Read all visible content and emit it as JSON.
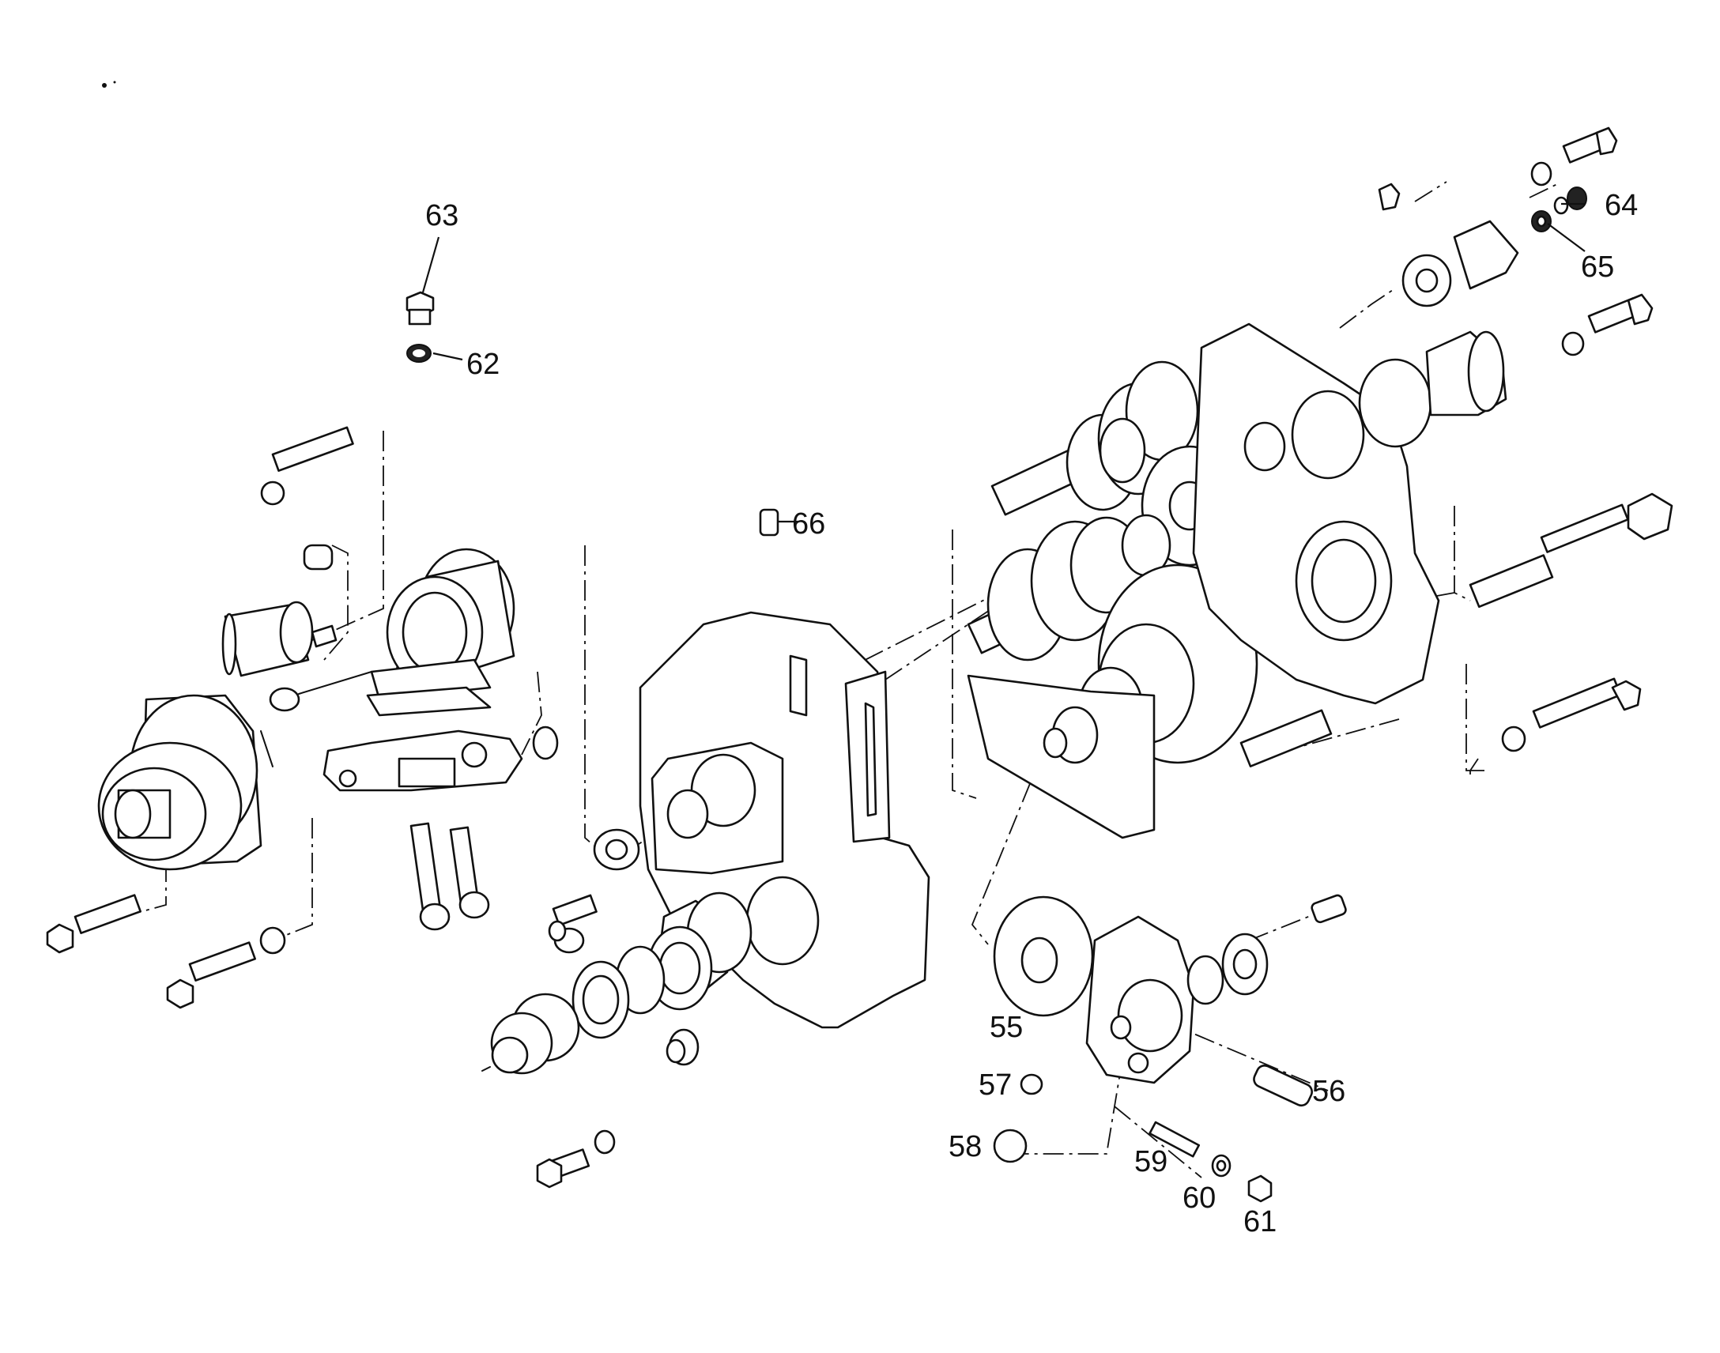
{
  "callouts": {
    "c55": "55",
    "c56": "56",
    "c57": "57",
    "c58": "58",
    "c59": "59",
    "c60": "60",
    "c61": "61",
    "c62": "62",
    "c63": "63",
    "c64": "64",
    "c65": "65",
    "c66": "66"
  }
}
